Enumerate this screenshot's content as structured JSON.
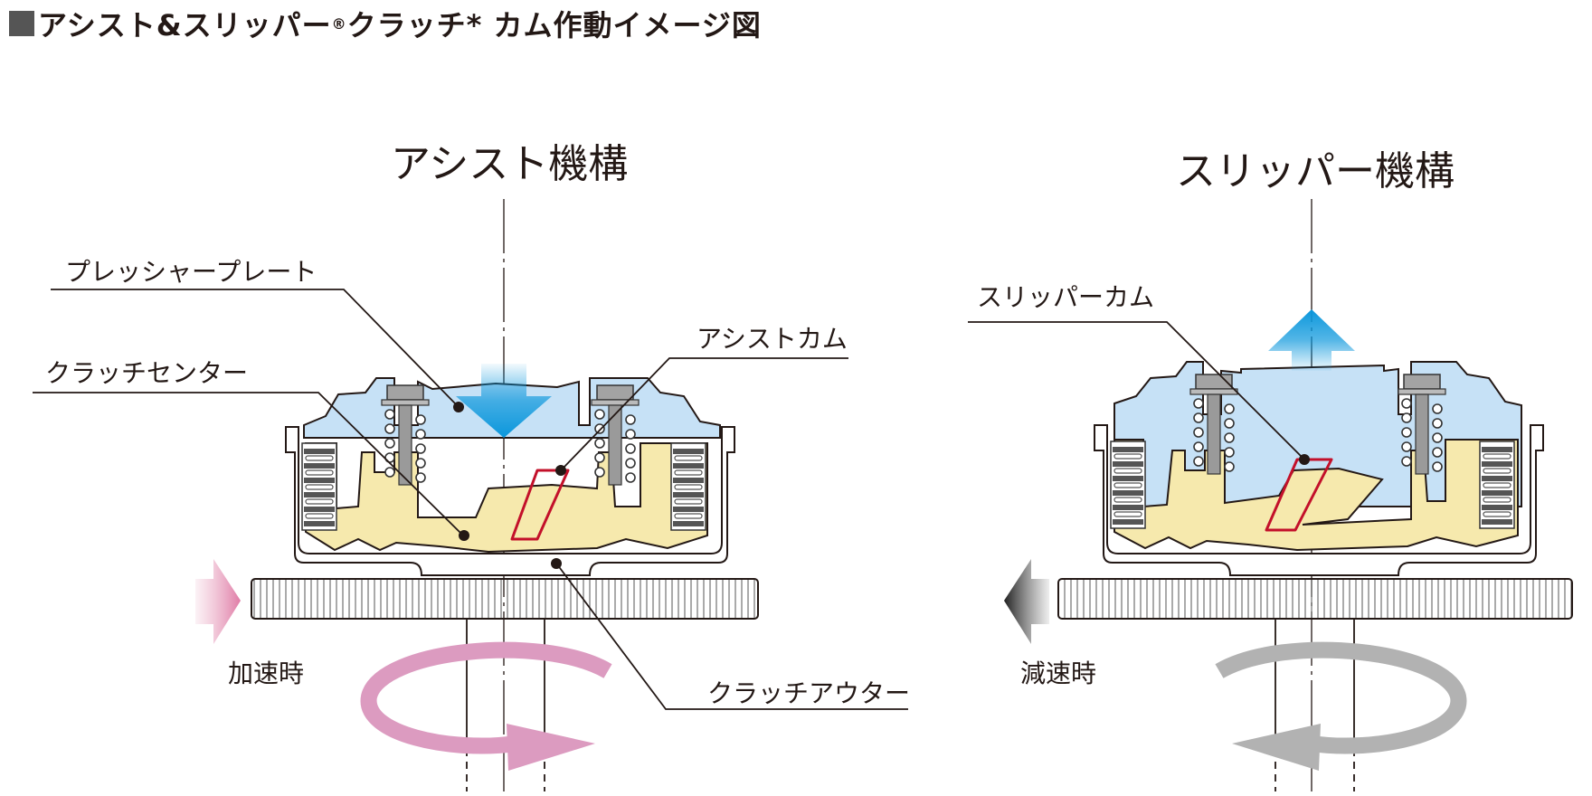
{
  "header": {
    "title_part1": "アシスト&スリッパー",
    "title_mark": "®",
    "title_part2": "クラッチ*  カム作動イメージ図"
  },
  "assist": {
    "heading": "アシスト機構",
    "label_pressure_plate": "プレッシャープレート",
    "label_clutch_center": "クラッチセンター",
    "label_assist_cam": "アシストカム",
    "label_clutch_outer": "クラッチアウター",
    "label_state": "加速時"
  },
  "slipper": {
    "heading": "スリッパー機構",
    "label_slipper_cam": "スリッパーカム",
    "label_state": "減速時"
  },
  "colors": {
    "plate_blue": "#c6e1f6",
    "center_yellow": "#f6e9ad",
    "cam_red": "#c3102a",
    "arrow_blue": "#0b97dc",
    "accel_pink": "#dc9bc0",
    "decel_gray": "#b2b2b2",
    "spring_gray": "#888888"
  }
}
